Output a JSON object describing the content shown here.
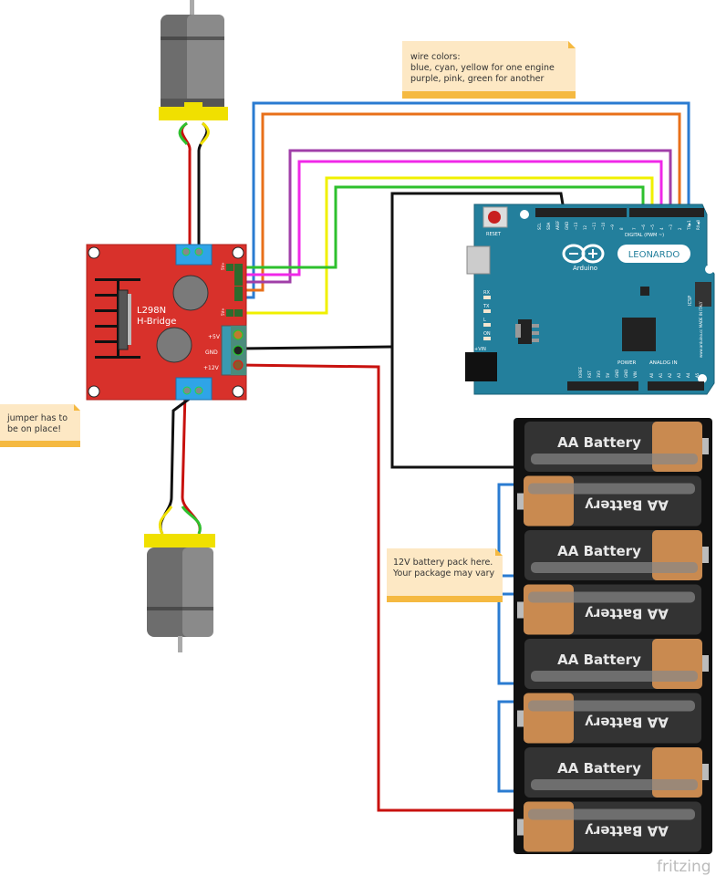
{
  "notes": {
    "wire_colors": [
      "wire colors:",
      "blue, cyan, yellow for one engine",
      "purple, pink, green for another"
    ],
    "jumper": [
      "jumper has to",
      "be on place!"
    ],
    "battery": [
      "12V battery pack here.",
      "Your package may vary"
    ]
  },
  "l298n": {
    "title": "L298N",
    "subtitle": "H-Bridge",
    "pin_5v": "+5V",
    "pin_gnd": "GND",
    "pin_12v": "+12V",
    "pin_5v_small_top": "5V+",
    "pin_5v_small_bottom": "5V+"
  },
  "arduino": {
    "model": "LEONARDO",
    "brand": "Arduino",
    "reset": "RESET",
    "power": "POWER",
    "analog_in": "ANALOG IN",
    "digital": "DIGITAL (PWM ~)",
    "icsp": "ICSP",
    "leds": [
      "RX",
      "TX",
      "L",
      "ON"
    ],
    "vin": "+VIN",
    "made_in": "www.arduino.cc MADE IN ITALY",
    "top_pins": [
      "SCL",
      "SDA",
      "AREF",
      "GND",
      "~13",
      "12",
      "~11",
      "~10",
      "~9",
      "8"
    ],
    "digital_pins": [
      "7",
      "~6",
      "~5",
      "4",
      "~3",
      "2",
      "TX▶1",
      "RX◀0"
    ],
    "power_pins": [
      "IOREF",
      "RST",
      "3V3",
      "5V",
      "GND",
      "GND",
      "VIN"
    ],
    "analog_pins": [
      "A0",
      "A1",
      "A2",
      "A3",
      "A4",
      "A5"
    ]
  },
  "battery": {
    "cells": [
      "AA Battery",
      "AA Battery",
      "AA Battery",
      "AA Battery",
      "AA Battery",
      "AA Battery",
      "AA Battery",
      "AA Battery"
    ]
  },
  "watermark": "fritzing",
  "colors": {
    "l298n_board": "#d8312b",
    "arduino_board": "#237f9c",
    "terminal": "#2fa4e7",
    "note": "#fde8c4",
    "note_bar": "#f5b941",
    "wire_blue": "#2a7bd1",
    "wire_orange": "#e8701a",
    "wire_purple": "#a03fa8",
    "wire_pink": "#f028e8",
    "wire_yellow": "#f0f000",
    "wire_green": "#2ec02e",
    "wire_black": "#111111",
    "wire_red": "#c8110e"
  }
}
